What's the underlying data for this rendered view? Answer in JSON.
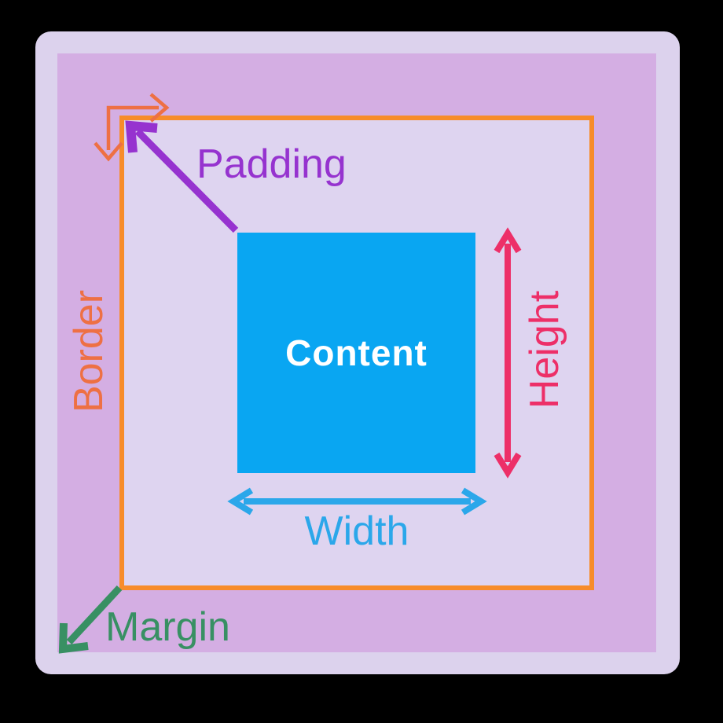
{
  "diagram": {
    "type": "css-box-model",
    "labels": {
      "content": "Content",
      "padding": "Padding",
      "border": "Border",
      "margin": "Margin",
      "width": "Width",
      "height": "Height"
    },
    "colors": {
      "page_background": "#000000",
      "outer_surface": "#DCD2ED",
      "margin_area": "#D4AEE3",
      "padding_area": "#DED4F0",
      "border_line": "#F78C2A",
      "content_fill": "#09A6F2",
      "content_text": "#FFFFFF",
      "padding_accent": "#9633CF",
      "border_accent": "#EE7044",
      "margin_accent": "#389063",
      "width_accent": "#2BA7EA",
      "height_accent": "#ED2F68"
    }
  }
}
